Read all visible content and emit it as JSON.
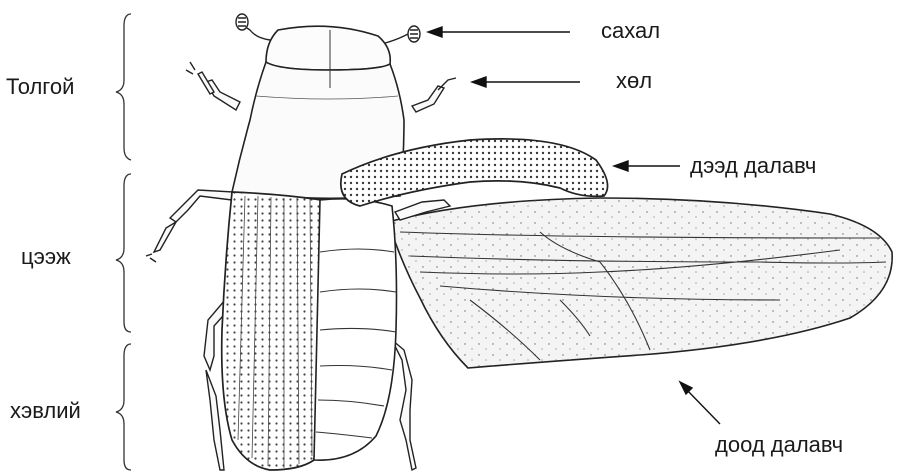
{
  "labels": {
    "head": "Толгой",
    "thorax": "цээж",
    "abdomen": "хэвлий",
    "antenna": "сахал",
    "leg": "хөл",
    "forewing": "дээд далавч",
    "hindwing": "доод далавч"
  },
  "colors": {
    "ink": "#1a1a1a",
    "background": "#ffffff"
  }
}
